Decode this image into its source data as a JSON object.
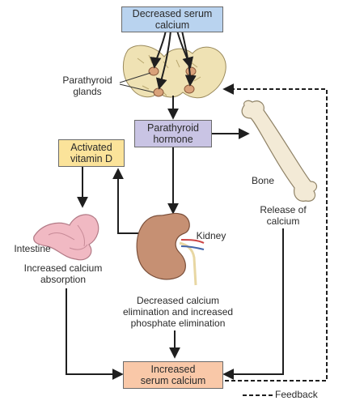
{
  "boxes": {
    "decreased_serum": "Decreased serum\ncalcium",
    "pth": "Parathyroid\nhormone",
    "vitamin_d": "Activated\nvitamin D",
    "increased_serum": "Increased\nserum calcium"
  },
  "labels": {
    "parathyroid_glands": "Parathyroid\nglands",
    "bone": "Bone",
    "release_calcium": "Release of\ncalcium",
    "kidney": "Kidney",
    "intestine": "Intestine",
    "absorption": "Increased calcium\nabsorption",
    "elimination": "Decreased calcium\nelimination and increased\nphosphate elimination",
    "feedback": "Feedback"
  },
  "colors": {
    "decreased_serum_fill": "#b9d3ef",
    "pth_fill": "#c9c4e4",
    "vitamin_d_fill": "#fbe39a",
    "increased_serum_fill": "#f9c8a8",
    "arrow": "#1f1f1f",
    "gland_tissue": "#efe2b4",
    "kidney": "#c69073",
    "bone": "#f3ead6",
    "intestine": "#f1b9c3"
  }
}
